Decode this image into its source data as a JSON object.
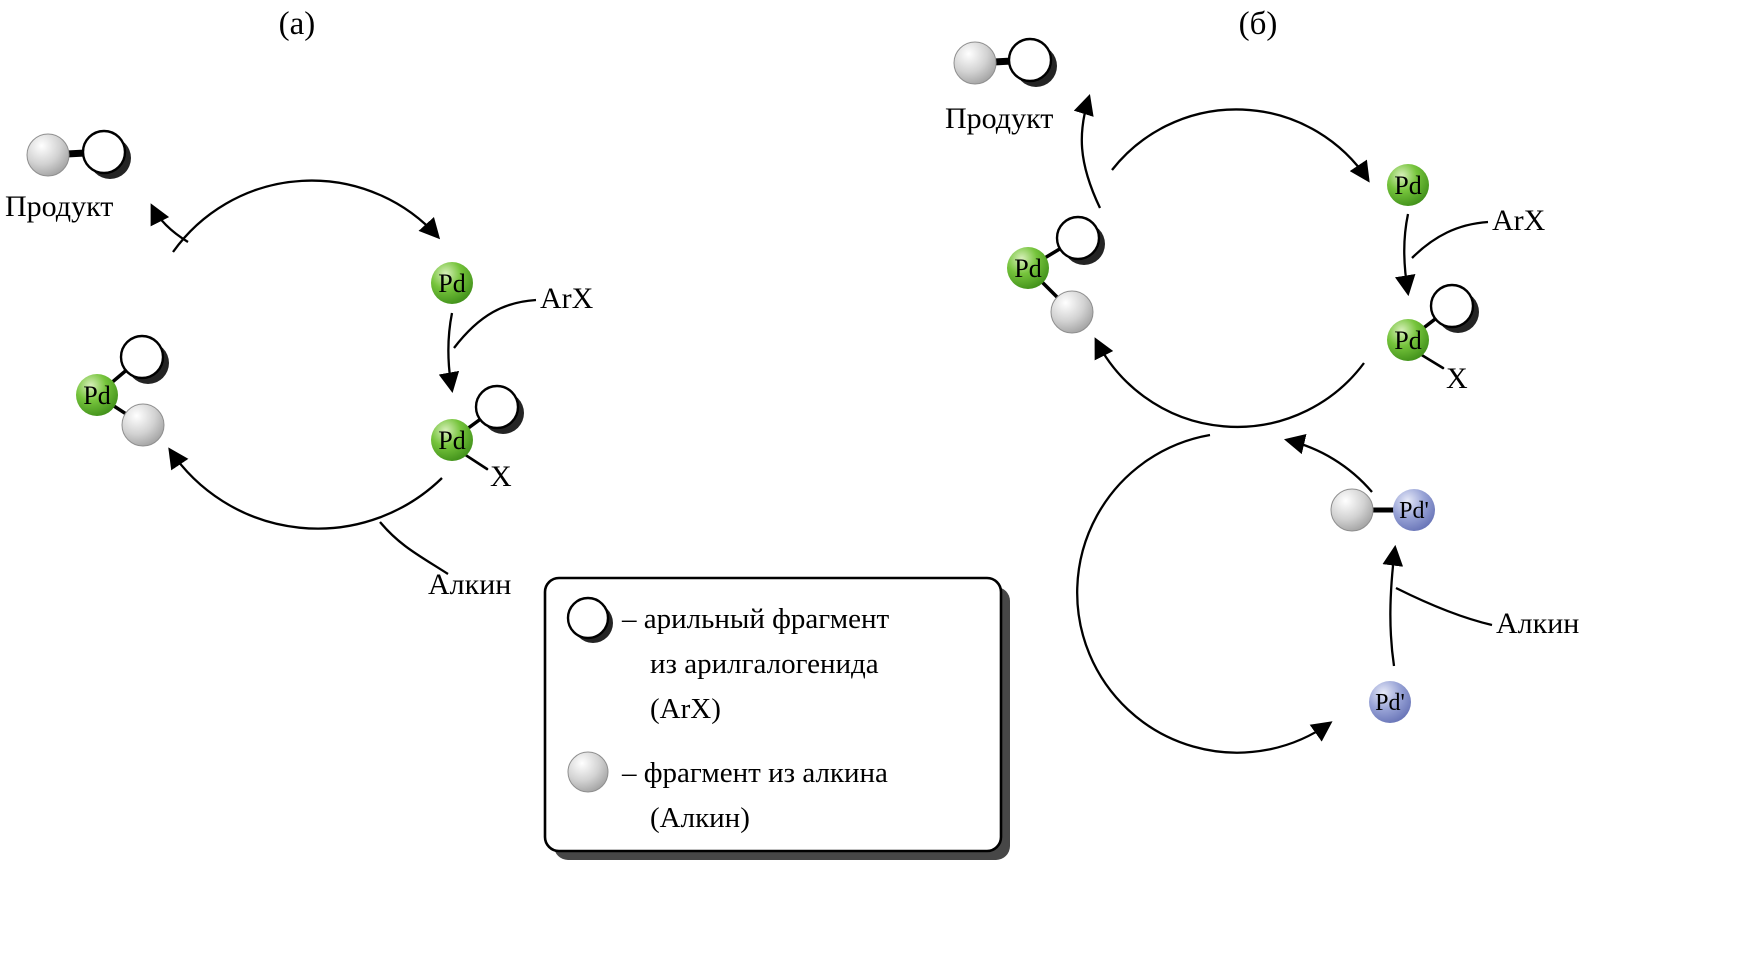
{
  "figure": {
    "panel_a": {
      "title": "(а)",
      "product": "Продукт",
      "pd": "Pd",
      "arx": "ArX",
      "x": "X",
      "alkyne": "Алкин"
    },
    "panel_b": {
      "title": "(б)",
      "product": "Продукт",
      "pd": "Pd",
      "pd_prime": "Pd'",
      "arx": "ArX",
      "x": "X",
      "alkyne": "Алкин"
    },
    "legend": {
      "aryl_icon": "white-circle-icon",
      "aryl_line1": "– арильный фрагмент",
      "aryl_line2": "из арилгалогенида",
      "aryl_line3": "(ArX)",
      "alkyne_icon": "gray-sphere-icon",
      "alkyne_line1": "– фрагмент из алкина",
      "alkyne_line2": "(Алкин)"
    },
    "colors": {
      "pd_green": "#63b62e",
      "pd_prime_blue": "#8e99d0",
      "fragment_gray": "#c9c9c9",
      "aryl_white": "#ffffff",
      "line_black": "#000000",
      "background": "#ffffff"
    }
  }
}
